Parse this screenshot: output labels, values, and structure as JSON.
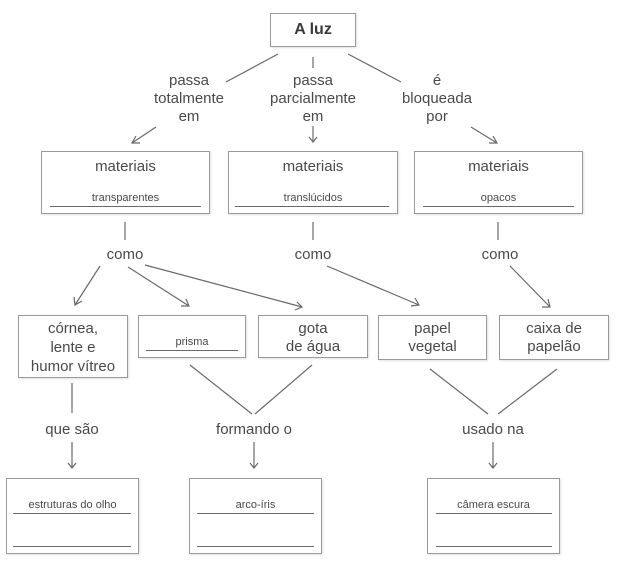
{
  "title": "A luz",
  "links_top": {
    "left": [
      "passa",
      "totalmente",
      "em"
    ],
    "middle": [
      "passa",
      "parcialmente",
      "em"
    ],
    "right": [
      "é",
      "bloqueada",
      "por"
    ]
  },
  "materials": [
    {
      "label": "materiais",
      "answer": "transparentes"
    },
    {
      "label": "materiais",
      "answer": "translúcidos"
    },
    {
      "label": "materiais",
      "answer": "opacos"
    }
  ],
  "como_label": "como",
  "examples": {
    "cornea": [
      "córnea,",
      "lente e",
      "humor vítreo"
    ],
    "prisma": "prisma",
    "gota": [
      "gota",
      "de água"
    ],
    "papel": [
      "papel",
      "vegetal"
    ],
    "caixa": [
      "caixa de",
      "papelão"
    ]
  },
  "links_bottom": {
    "que_sao": "que são",
    "formando": "formando o",
    "usado": "usado na"
  },
  "results": {
    "olho": "estruturas do olho",
    "arco": "arco-íris",
    "camera": "câmera escura"
  }
}
